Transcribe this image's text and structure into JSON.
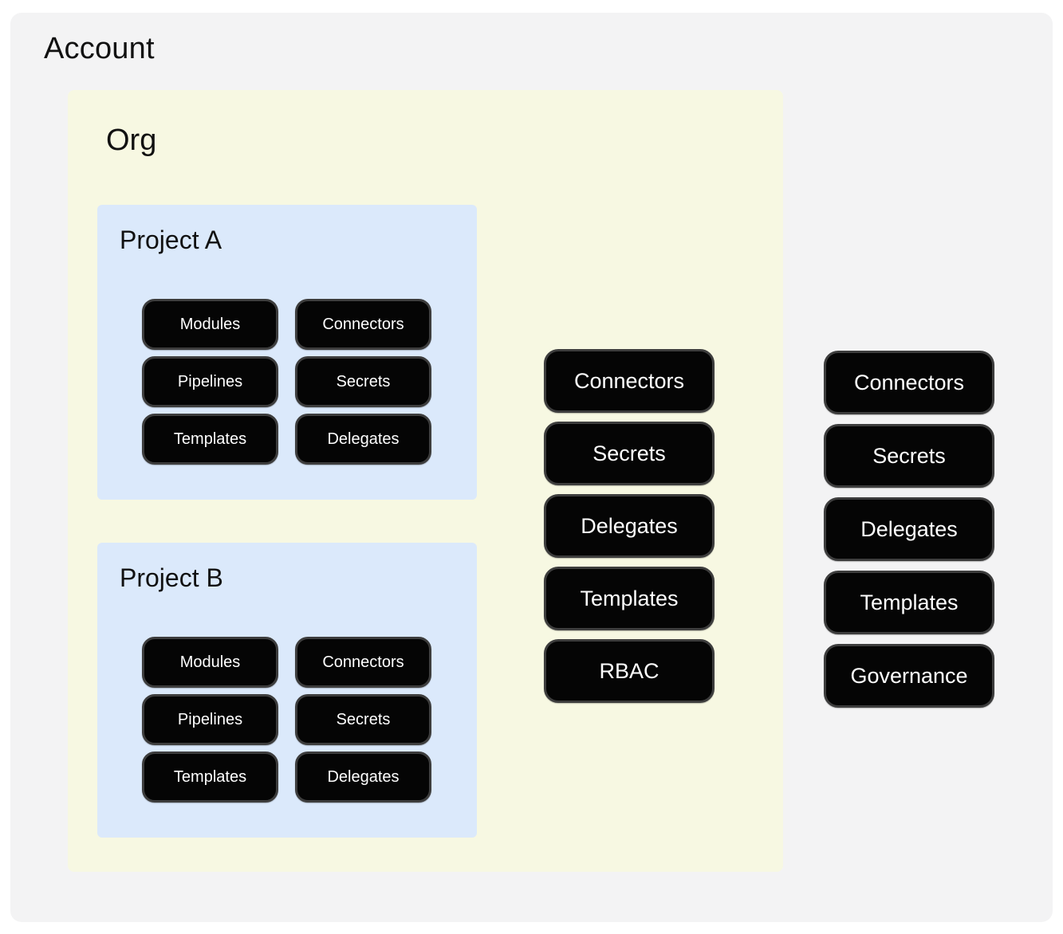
{
  "account": {
    "title": "Account",
    "pills": [
      "Connectors",
      "Secrets",
      "Delegates",
      "Templates",
      "Governance"
    ]
  },
  "org": {
    "title": "Org",
    "pills": [
      "Connectors",
      "Secrets",
      "Delegates",
      "Templates",
      "RBAC"
    ]
  },
  "projects": [
    {
      "title": "Project A",
      "pills": [
        "Modules",
        "Connectors",
        "Pipelines",
        "Secrets",
        "Templates",
        "Delegates"
      ]
    },
    {
      "title": "Project B",
      "pills": [
        "Modules",
        "Connectors",
        "Pipelines",
        "Secrets",
        "Templates",
        "Delegates"
      ]
    }
  ],
  "colors": {
    "account_bg": "#f3f3f4",
    "org_bg": "#f7f8e2",
    "project_bg": "#dbe9fb",
    "pill_bg": "#050505",
    "pill_border": "#3d3d3d",
    "pill_text": "#ffffff",
    "title_text": "#111111"
  }
}
